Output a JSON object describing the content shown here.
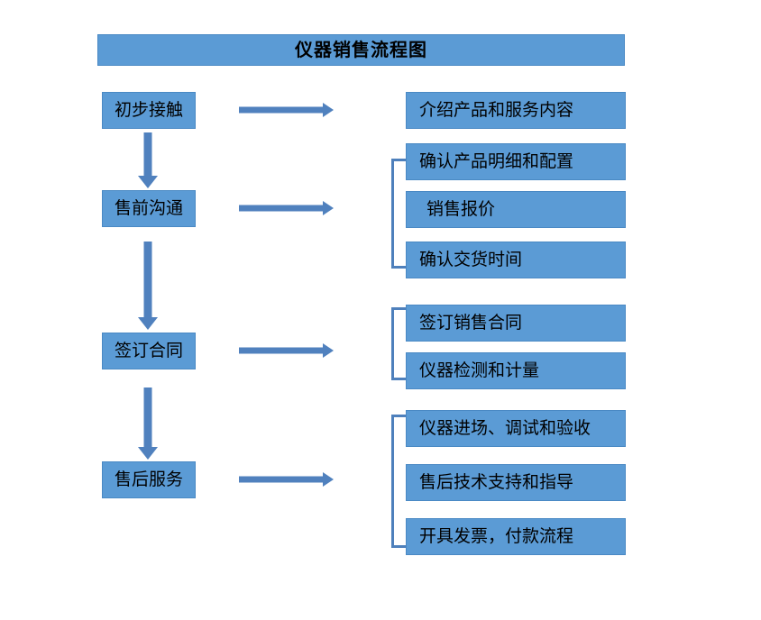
{
  "title": {
    "text": "仪器销售流程图"
  },
  "colors": {
    "box_fill": "#5B9BD5",
    "box_border": "#4A89C4",
    "arrow": "#5081BE",
    "bracket": "#4E80BC",
    "text": "#000000",
    "background": "#FFFFFF"
  },
  "stages": [
    {
      "label": "初步接触"
    },
    {
      "label": "售前沟通"
    },
    {
      "label": "签订合同"
    },
    {
      "label": "售后服务"
    }
  ],
  "tasks": {
    "group1": [
      {
        "label": "介绍产品和服务内容"
      }
    ],
    "group2": [
      {
        "label": "确认产品明细和配置"
      },
      {
        "label": "销售报价"
      },
      {
        "label": "确认交货时间"
      }
    ],
    "group3": [
      {
        "label": "签订销售合同"
      },
      {
        "label": "仪器检测和计量"
      }
    ],
    "group4": [
      {
        "label": "仪器进场、调试和验收"
      },
      {
        "label": "售后技术支持和指导"
      },
      {
        "label": "开具发票，付款流程"
      }
    ]
  },
  "connectors": {
    "horizontal_arrow_name": "right-arrow",
    "vertical_arrow_name": "down-arrow",
    "bracket_name": "group-bracket"
  }
}
